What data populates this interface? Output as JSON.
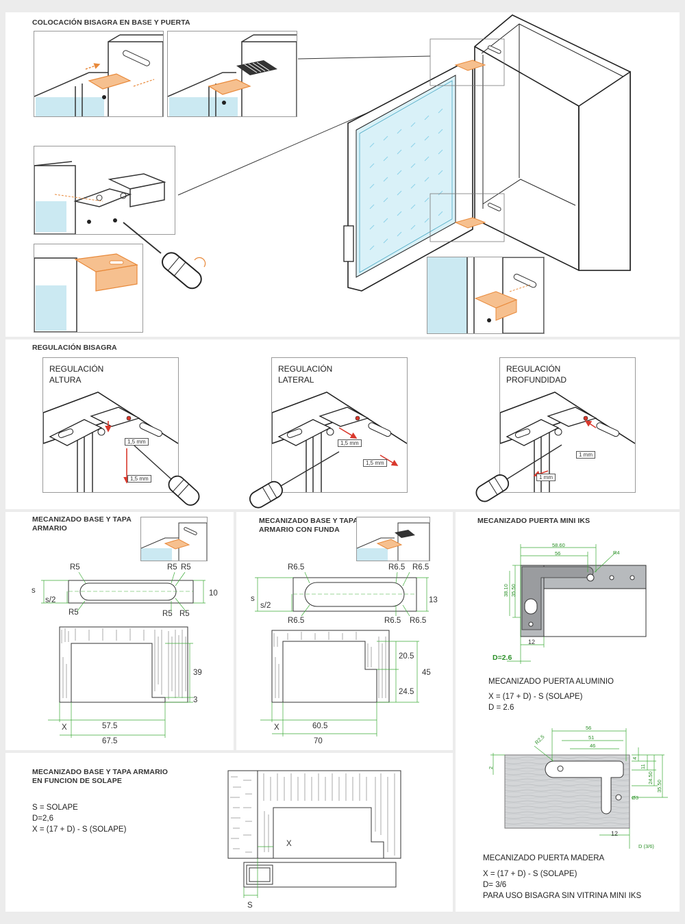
{
  "sections": {
    "colocacion_title": "COLOCACIÓN BISAGRA EN BASE Y PUERTA",
    "regulacion_title": "REGULACIÓN BISAGRA",
    "mec_base_title": "MECANIZADO BASE Y TAPA\nARMARIO",
    "mec_funda_title": "MECANIZADO BASE Y TAPA\nARMARIO CON FUNDA",
    "mec_puerta_title": "MECANIZADO PUERTA MINI IKS",
    "mec_solape_title": "MECANIZADO BASE  Y TAPA ARMARIO\nEN FUNCION DE SOLAPE"
  },
  "regulacion": [
    {
      "label": "REGULACIÓN\nALTURA",
      "m1": "1,5  mm",
      "m2": "1,5  mm"
    },
    {
      "label": "REGULACIÓN\nLATERAL",
      "m1": "1,5  mm",
      "m2": "1,5  mm"
    },
    {
      "label": "REGULACIÓN\nPROFUNDIDAD",
      "m1": "1  mm",
      "m2": "1  mm"
    }
  ],
  "base": {
    "r_tl": "R5",
    "r_tr": "R5",
    "r_tr2": "R5",
    "r_bl": "R5",
    "r_br": "R5",
    "r_br2": "R5",
    "s": "s",
    "s2": "s/2",
    "w": "10",
    "h1": "39",
    "h2": "3",
    "x": "X",
    "d1": "57.5",
    "d2": "67.5"
  },
  "funda": {
    "r_tl": "R6.5",
    "r_tr": "R6.5",
    "r_tr2": "R6.5",
    "r_bl": "R6.5",
    "r_br": "R6.5",
    "r_br2": "R6.5",
    "s": "s",
    "s2": "s/2",
    "w": "13",
    "h1": "20.5",
    "h2": "24.5",
    "h3": "45",
    "x": "X",
    "d1": "60.5",
    "d2": "70"
  },
  "puerta_alu": {
    "dims": {
      "a": "58.60",
      "b": "56",
      "r": "R4",
      "v1": "38.10",
      "v2": "35.50",
      "c": "12",
      "d": "D=2.6"
    },
    "title": "MECANIZADO PUERTA ALUMINIO",
    "formula": "X = (17 + D) - S (SOLAPE)",
    "d": "D = 2.6"
  },
  "puerta_madera": {
    "dims": {
      "a": "56",
      "b": "51",
      "c": "46",
      "r": "R2,5",
      "v1": "4",
      "v2": "11",
      "v3": "24.50",
      "v4": "35.50",
      "phi": "Ø3",
      "w": "12",
      "d": "D (3/6)",
      "two": "2"
    },
    "title": "MECANIZADO PUERTA MADERA",
    "formula": "X = (17 + D) - S (SOLAPE)",
    "d": "D= 3/6",
    "note": "PARA USO BISAGRA SIN VITRINA MINI IKS"
  },
  "solape": {
    "s_line": "S = SOLAPE",
    "d_line": "D=2,6",
    "x_line": "X = (17 + D) - S (SOLAPE)",
    "x": "X",
    "s": "S"
  },
  "colors": {
    "accent": "#e8893a",
    "dim_green": "#3aaa35",
    "red_arrow": "#d9382c",
    "glass": "#8fd3e8"
  }
}
